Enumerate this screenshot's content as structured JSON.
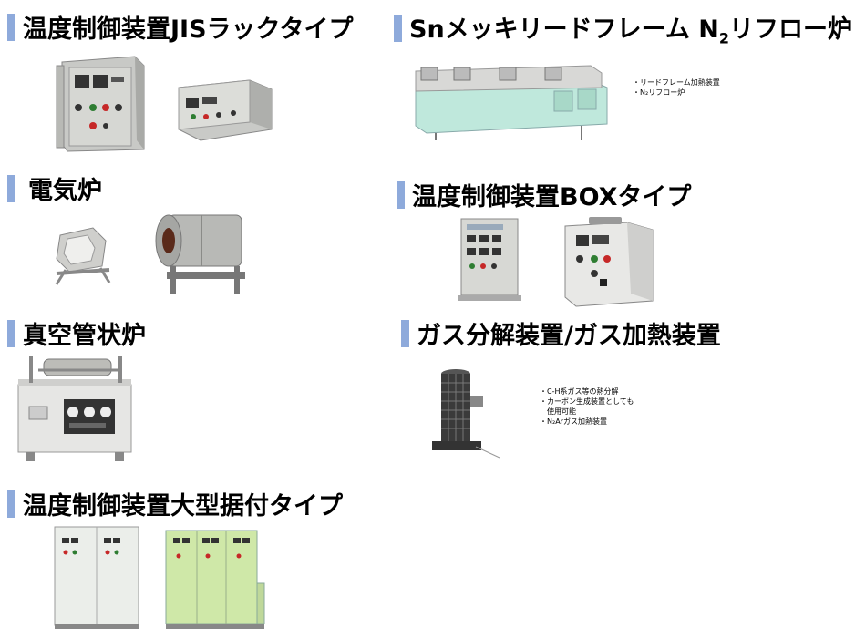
{
  "sections": [
    {
      "id": "jis",
      "title": "温度制御装置JISラックタイプ"
    },
    {
      "id": "reflow",
      "title_main": "Snメッキリードフレーム N",
      "title_sub": "2",
      "title_tail": "リフロー炉"
    },
    {
      "id": "furnace",
      "title": "電気炉"
    },
    {
      "id": "box",
      "title": "温度制御装置BOXタイプ"
    },
    {
      "id": "tube",
      "title": "真空管状炉"
    },
    {
      "id": "gas",
      "title": "ガス分解装置/ガス加熱装置"
    },
    {
      "id": "large",
      "title": "温度制御装置大型据付タイプ"
    }
  ],
  "reflow_notes": [
    "・リードフレーム加熱装置",
    "・N₂リフロー炉"
  ],
  "gas_notes": [
    "・C-H系ガス等の熱分解",
    "・カーボン生成装置としても",
    "　使用可能",
    "・N₂Arガス加熱装置"
  ],
  "colors": {
    "accent_bar": "#8eaadb",
    "panel_green": "#cfe8a8",
    "reflow_body": "#bfe8dc"
  }
}
